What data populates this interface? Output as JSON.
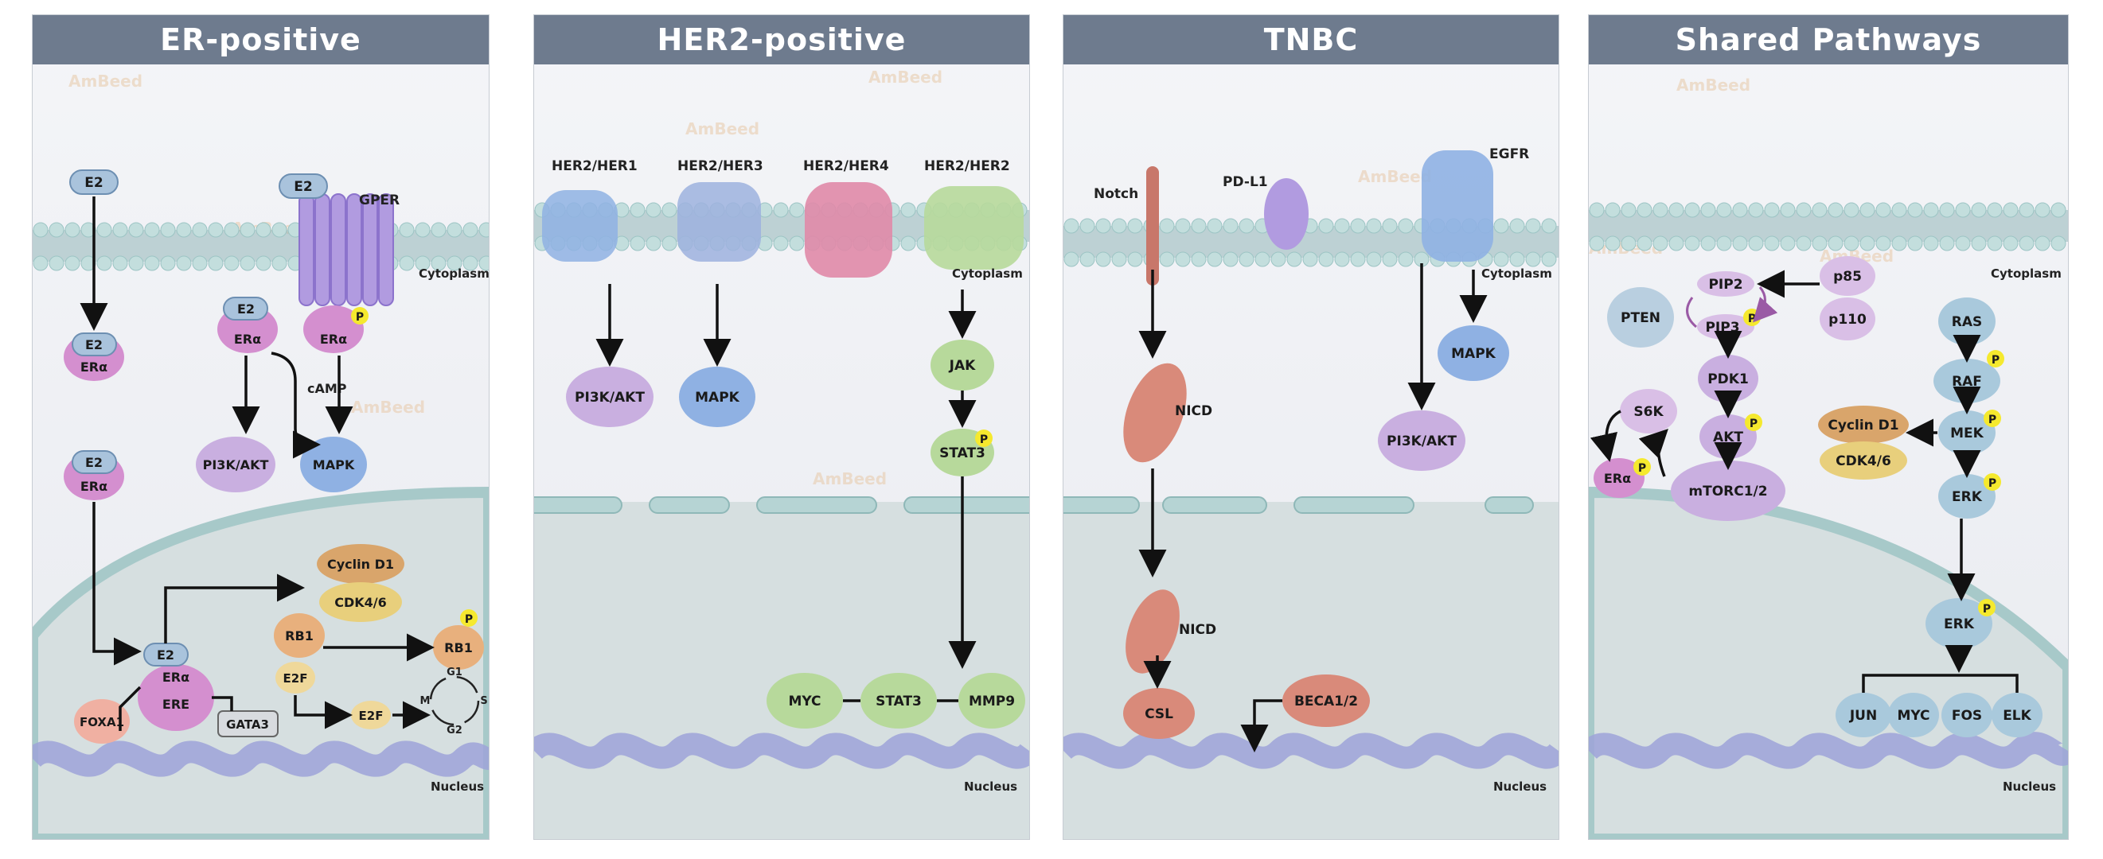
{
  "panels": [
    {
      "title": "ER-positive"
    },
    {
      "title": "HER2-positive"
    },
    {
      "title": "TNBC"
    },
    {
      "title": "Shared Pathways"
    }
  ],
  "common": {
    "cytoplasm": "Cytoplasm",
    "nucleus": "Nucleus",
    "phospho": "P",
    "watermark": "AmBeed"
  },
  "er": {
    "e2": "E2",
    "era": "ERα",
    "gper": "GPER",
    "camp": "cAMP",
    "pi3k_akt": "PI3K/AKT",
    "mapk": "MAPK",
    "cyclin_d1": "Cyclin D1",
    "cdk46": "CDK4/6",
    "rb1": "RB1",
    "e2f": "E2F",
    "ere": "ERE",
    "foxa1": "FOXA1",
    "gata3": "GATA3",
    "g1": "G1",
    "s": "S",
    "g2": "G2",
    "m": "M"
  },
  "her2": {
    "her2_her1": "HER2/HER1",
    "her2_her3": "HER2/HER3",
    "her2_her4": "HER2/HER4",
    "her2_her2": "HER2/HER2",
    "pi3k_akt": "PI3K/AKT",
    "mapk": "MAPK",
    "jak": "JAK",
    "stat3": "STAT3",
    "myc": "MYC",
    "stat3_n": "STAT3",
    "mmp9": "MMP9"
  },
  "tnbc": {
    "notch": "Notch",
    "pdl1": "PD-L1",
    "egfr": "EGFR",
    "nicd": "NICD",
    "nicd_n": "NICD",
    "csl": "CSL",
    "beca": "BECA1/2",
    "mapk": "MAPK",
    "pi3k_akt": "PI3K/AKT"
  },
  "shared": {
    "pten": "PTEN",
    "pip2": "PIP2",
    "pip3": "PIP3",
    "p85": "p85",
    "p110": "p110",
    "pdk1": "PDK1",
    "akt": "AKT",
    "s6k": "S6K",
    "era": "ERα",
    "mtorc": "mTORC1/2",
    "ras": "RAS",
    "raf": "RAF",
    "mek": "MEK",
    "erk": "ERK",
    "erk_n": "ERK",
    "cyclin_d1": "Cyclin D1",
    "cdk46": "CDK4/6",
    "jun": "JUN",
    "myc": "MYC",
    "fos": "FOS",
    "elk": "ELK"
  },
  "colors": {
    "header": "#6e7b8e",
    "membrane_head": "#c3dedd",
    "membrane_tail": "#8ab0b2",
    "nucleus": "#d6dfe0",
    "dna": "#9da3d8",
    "e2": "#a9c3dc",
    "era": "#d48fcf",
    "purple_protein": "#c9afe0",
    "blue_protein": "#8fb1e3",
    "green_protein": "#b7d99b",
    "orange_protein": "#e8b07d",
    "cyclin": "#d9a56b",
    "cdk": "#e8cf7c",
    "red_protein": "#d98a7a",
    "phospho": "#f5e92e"
  }
}
